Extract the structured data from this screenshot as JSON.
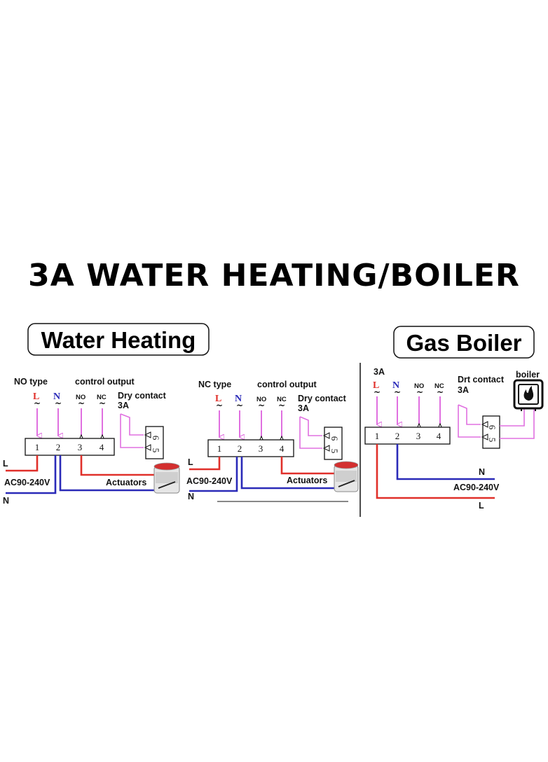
{
  "title": "3A WATER HEATING/BOILER",
  "water_heating": {
    "heading": "Water Heating",
    "no_panel": {
      "type_label": "NO type",
      "control_output": "control  output",
      "dry_contact": "Dry contact",
      "rating": "3A",
      "line_label": "L",
      "neutral_label": "N",
      "no_label": "NO",
      "nc_label": "NC",
      "voltage": "AC90-240V",
      "actuators": "Actuators",
      "wire_l": "L",
      "wire_n": "N",
      "terminals": [
        "1",
        "2",
        "3",
        "4"
      ],
      "relay_terminals": [
        "6",
        "5"
      ]
    },
    "nc_panel": {
      "type_label": "NC type",
      "control_output": "control  output",
      "dry_contact": "Dry contact",
      "rating": "3A",
      "line_label": "L",
      "neutral_label": "N",
      "no_label": "NO",
      "nc_label": "NC",
      "voltage": "AC90-240V",
      "actuators": "Actuators",
      "wire_l": "L",
      "wire_n": "N",
      "terminals": [
        "1",
        "2",
        "3",
        "4"
      ],
      "relay_terminals": [
        "6",
        "5"
      ]
    }
  },
  "gas_boiler": {
    "heading": "Gas Boiler",
    "rating_top": "3A",
    "dry_contact": "Drt contact",
    "rating": "3A",
    "boiler_label": "boiler",
    "line_label": "L",
    "neutral_label": "N",
    "no_label": "NO",
    "nc_label": "NC",
    "wire_n": "N",
    "voltage": "AC90-240V",
    "wire_l": "L",
    "terminals": [
      "1",
      "2",
      "3",
      "4"
    ],
    "relay_terminals": [
      "6",
      "5"
    ]
  },
  "colors": {
    "line_red": "#e0302a",
    "neutral_blue": "#2a2ab8",
    "control_pink": "#e070e0",
    "outline": "#111111"
  },
  "icons": {
    "actuator": "actuator-valve-icon",
    "boiler": "boiler-flame-icon"
  }
}
